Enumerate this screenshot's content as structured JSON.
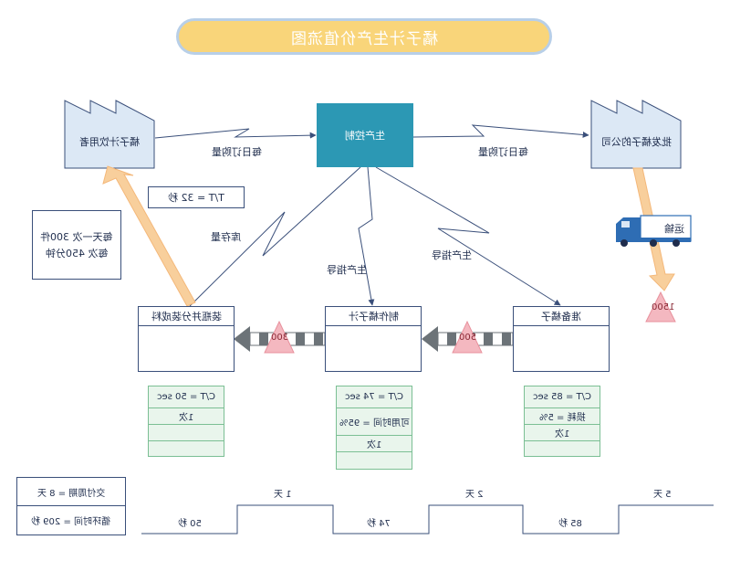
{
  "title": "橘子汁生产价值流图",
  "supplier": {
    "name": "批发橘子的公司"
  },
  "customer": {
    "name": "橘子汁饮用者"
  },
  "control": {
    "name": "生产控制"
  },
  "flows": {
    "supplier_order": "每日订购量",
    "customer_order": "每日订购量",
    "inventory_info": "库存量",
    "schedule_1": "生产指导",
    "schedule_2": "生产指导"
  },
  "takt": "T/T = 32 秒",
  "customer_note": [
    "每天一次 300件",
    "每次 450分钟"
  ],
  "truck": {
    "label": "运输",
    "inventory": "1500"
  },
  "processes": [
    {
      "name": "准备橘子",
      "inventory_before": "500",
      "data": [
        "C/T = 85 sec",
        "损耗 = 5%",
        "1次",
        ""
      ]
    },
    {
      "name": "制作橘子汁",
      "inventory_before": "300",
      "data": [
        "C/T = 74 sec",
        "可用时间 = 95%",
        "1次",
        ""
      ]
    },
    {
      "name": "装瓶并分装成料",
      "data": [
        "C/T = 50 sec",
        "1次",
        "",
        ""
      ]
    }
  ],
  "timeline": {
    "lead_label": "交付周期 = 8 天",
    "process_label": "循环时间 = 209 秒",
    "days": [
      "5 天",
      "2 天",
      "1 天"
    ],
    "times": [
      "85 秒",
      "74 秒",
      "50 秒"
    ]
  },
  "colors": {
    "title_fill": "#f9d57a",
    "title_border": "#b8cfe8",
    "control_fill": "#2c98b4",
    "factory_fill": "#dce8f5",
    "line": "#3a4f7a",
    "push_arrow": "#f8cf9c",
    "inventory_fill": "#f4b8c0",
    "data_fill": "#e9f5ec",
    "data_border": "#7bbf94",
    "truck": "#2e6db4"
  }
}
